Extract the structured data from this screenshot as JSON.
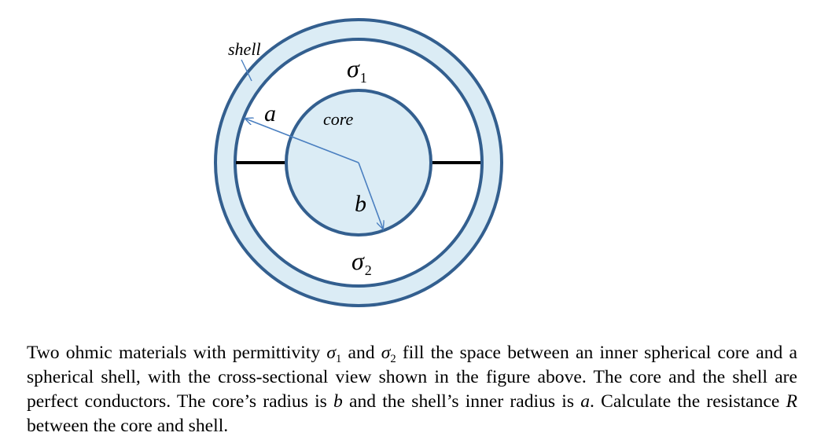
{
  "figure": {
    "label_shell": "shell",
    "label_core": "core",
    "label_a": "a",
    "label_b": "b",
    "sigma1_symbol": "σ",
    "sigma1_sub": "1",
    "sigma2_symbol": "σ",
    "sigma2_sub": "2",
    "colors": {
      "shell_fill": "#dbecf5",
      "outline": "#335f8f",
      "arrow": "#4a7fc0",
      "wire": "#000000"
    }
  },
  "caption": {
    "p1": "Two ohmic materials with permittivity ",
    "sigma1_symbol": "σ",
    "sigma1_sub": "1",
    "p2": " and ",
    "sigma2_symbol": "σ",
    "sigma2_sub": "2",
    "p3": " fill the space between an inner spherical core and a spherical shell, with the cross-sectional view shown in the figure above. The core and the shell are perfect conductors. The core’s radius is ",
    "var_b": "b",
    "p4": " and the shell’s inner radius is ",
    "var_a": "a",
    "p5": ". Calculate the resistance ",
    "var_R": "R",
    "p6": " between the core and shell."
  }
}
